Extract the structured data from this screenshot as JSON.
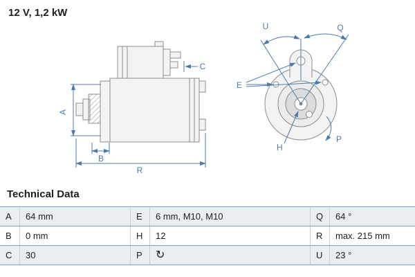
{
  "title": "12 V, 1,2 kW",
  "section": {
    "heading": "Technical Data"
  },
  "diagram": {
    "labels": {
      "A": "A",
      "B": "B",
      "C": "C",
      "R": "R",
      "U": "U",
      "Q": "Q",
      "E": "E",
      "H": "H",
      "P": "P"
    }
  },
  "colors": {
    "dimension_blue": "#4a7ab0",
    "drawing_gray": "#8c8c8c",
    "row_alt_background": "#e9eef3",
    "table_line": "#7e9cbd"
  },
  "table": {
    "rows": [
      {
        "cells": [
          {
            "k": "A",
            "v": "64 mm"
          },
          {
            "k": "E",
            "v": "6 mm, M10, M10"
          },
          {
            "k": "Q",
            "v": "64 °"
          }
        ]
      },
      {
        "cells": [
          {
            "k": "B",
            "v": "0 mm"
          },
          {
            "k": "H",
            "v": "12"
          },
          {
            "k": "P",
            "v": "↻"
          },
          {
            "k": "R",
            "v": "max. 215 mm"
          },
          {
            "k": "U",
            "v": "23 °"
          },
          {
            "k": "C",
            "v": "30"
          }
        ]
      }
    ],
    "grid": [
      [
        {
          "k": "A",
          "v": "64 mm"
        },
        {
          "k": "E",
          "v": "6 mm, M10, M10"
        },
        {
          "k": "Q",
          "v": "64 °"
        }
      ],
      [
        {
          "k": "B",
          "v": "0 mm"
        },
        {
          "k": "H",
          "v": "12"
        },
        {
          "k": "R",
          "v": "max. 215 mm"
        }
      ],
      [
        {
          "k": "C",
          "v": "30"
        },
        {
          "k": "P",
          "v": "↻"
        },
        {
          "k": "U",
          "v": "23 °"
        }
      ]
    ]
  }
}
